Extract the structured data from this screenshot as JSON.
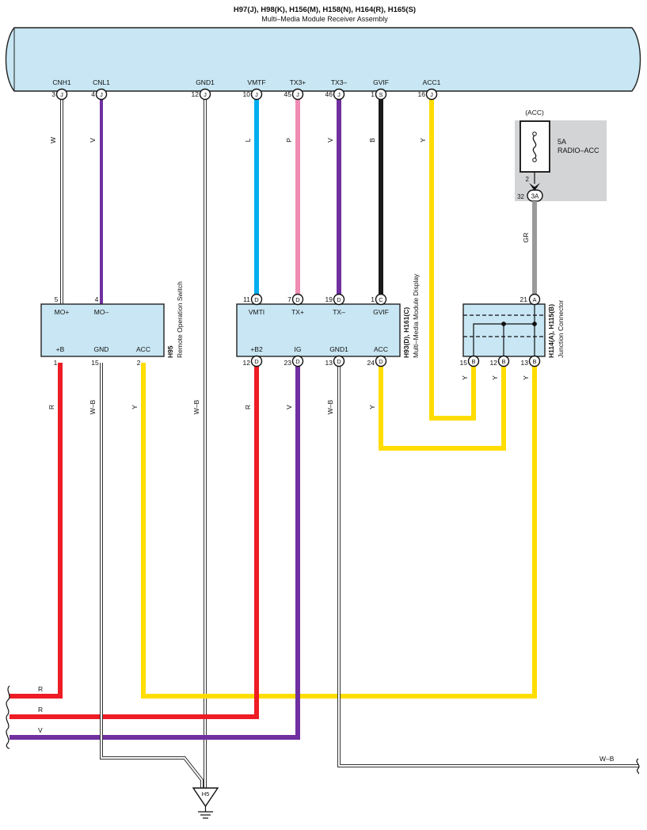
{
  "header": {
    "title": "H97(J), H98(K), H156(M), H158(N), H164(R), H165(S)",
    "subtitle": "Multi–Media Module Receiver Assembly"
  },
  "receiver_pins": [
    {
      "name": "CNH1",
      "num": "3",
      "conn": "J",
      "color": "W"
    },
    {
      "name": "CNL1",
      "num": "4",
      "conn": "J",
      "color": "V"
    },
    {
      "name": "GND1",
      "num": "12",
      "conn": "J",
      "color": "W–B"
    },
    {
      "name": "VMTF",
      "num": "10",
      "conn": "J",
      "color": "L"
    },
    {
      "name": "TX3+",
      "num": "45",
      "conn": "J",
      "color": "P"
    },
    {
      "name": "TX3–",
      "num": "46",
      "conn": "J",
      "color": "V"
    },
    {
      "name": "GVIF",
      "num": "1",
      "conn": "S",
      "color": "B"
    },
    {
      "name": "ACC1",
      "num": "16",
      "conn": "J",
      "color": "Y"
    }
  ],
  "fuse": {
    "tag": "(ACC)",
    "rating": "5A",
    "name": "RADIO–ACC",
    "pin_upper": "2",
    "pin_lower": "32",
    "conn": "3A",
    "wire_color": "GR"
  },
  "remote_switch": {
    "id": "H95",
    "name": "Remote Operation Switch",
    "top_pins": [
      {
        "name": "MO+",
        "num": "5"
      },
      {
        "name": "MO–",
        "num": "4"
      }
    ],
    "bottom_pins": [
      {
        "name": "+B",
        "num": "1",
        "color": "R"
      },
      {
        "name": "GND",
        "num": "15",
        "color": "W–B"
      },
      {
        "name": "ACC",
        "num": "2",
        "color": "Y"
      }
    ]
  },
  "display": {
    "id": "H93(D), H161(C)",
    "name": "Multi–Media Module Display",
    "top_pins": [
      {
        "name": "VMTI",
        "num": "11",
        "conn": "D"
      },
      {
        "name": "TX+",
        "num": "7",
        "conn": "D"
      },
      {
        "name": "TX–",
        "num": "19",
        "conn": "D"
      },
      {
        "name": "GVIF",
        "num": "1",
        "conn": "C"
      }
    ],
    "bottom_pins": [
      {
        "name": "+B2",
        "num": "12",
        "conn": "D",
        "color": "R"
      },
      {
        "name": "IG",
        "num": "23",
        "conn": "D",
        "color": "V"
      },
      {
        "name": "GND1",
        "num": "13",
        "conn": "D",
        "color": "W–B"
      },
      {
        "name": "ACC",
        "num": "24",
        "conn": "D",
        "color": "Y"
      }
    ]
  },
  "junction": {
    "id": "H114(A), H115(B)",
    "name": "Junction Connector",
    "top_pin": {
      "num": "21",
      "conn": "A"
    },
    "bottom_pins": [
      {
        "num": "15",
        "conn": "B",
        "color": "Y"
      },
      {
        "num": "12",
        "conn": "B",
        "color": "Y"
      },
      {
        "num": "13",
        "conn": "B",
        "color": "Y"
      }
    ]
  },
  "bottom_wires": {
    "r1": "R",
    "r2": "R",
    "v": "V",
    "wb": "W–B"
  },
  "ground": {
    "label": "H5"
  },
  "colors": {
    "panel": "#c8e6f3",
    "fuse_panel": "#d3d4d6",
    "wire_W": "#ffffff",
    "wire_V": "#7030a0",
    "wire_WB": "#ffffff",
    "wire_L": "#00aeef",
    "wire_P": "#f08cb4",
    "wire_B": "#1a1a1a",
    "wire_Y": "#ffdd00",
    "wire_R": "#ee1c25",
    "wire_GR": "#9a9a9a"
  }
}
